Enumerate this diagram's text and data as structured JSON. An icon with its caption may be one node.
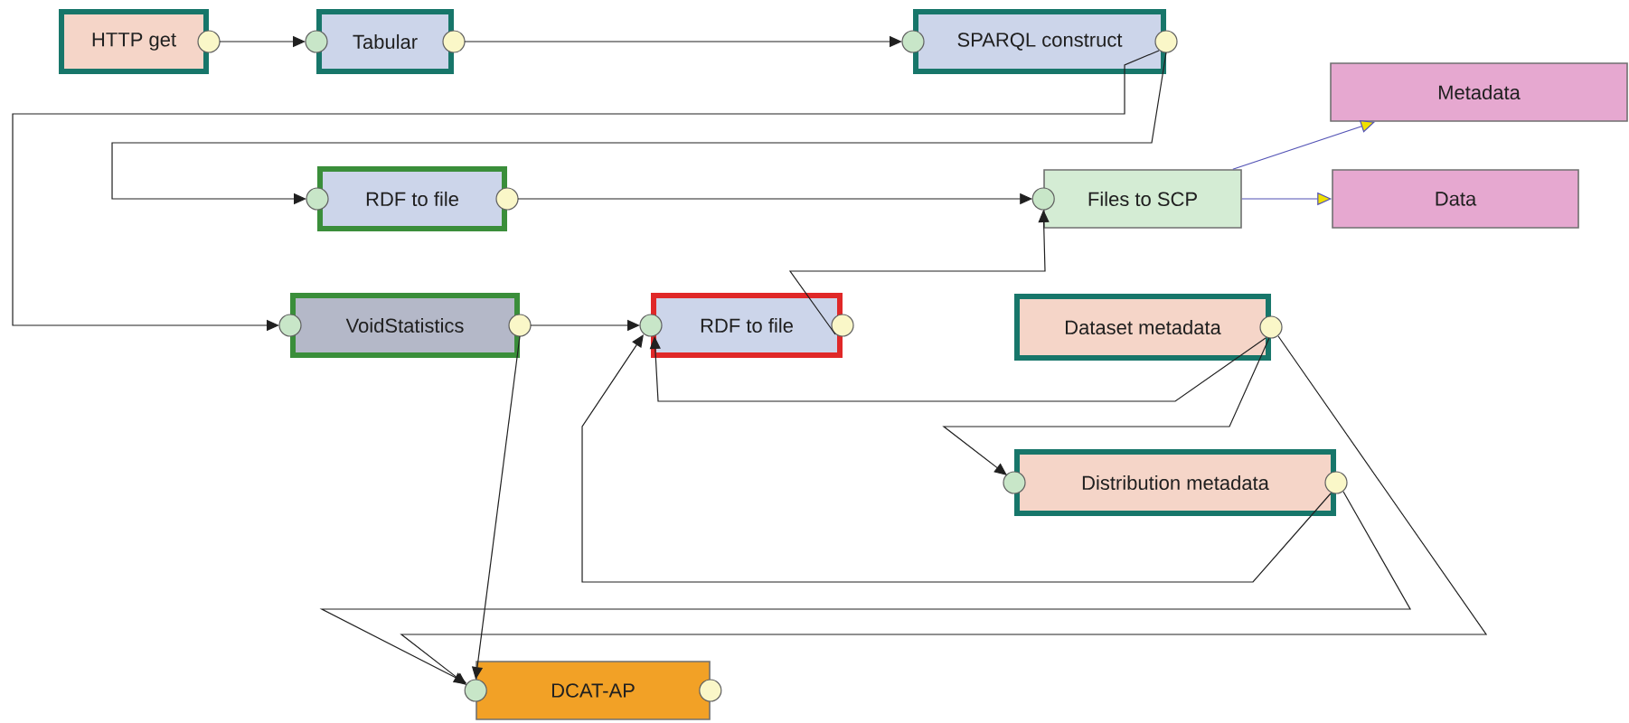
{
  "diagram": {
    "nodes": [
      {
        "text": [
          "HTTP get"
        ]
      },
      {
        "text": [
          "Tabular"
        ]
      },
      {
        "text": [
          "SPARQL construct"
        ]
      },
      {
        "text": [
          "Metadata"
        ]
      },
      {
        "text": [
          "RDF to file"
        ]
      },
      {
        "text": [
          "Files to SCP"
        ]
      },
      {
        "text": [
          "Data"
        ]
      },
      {
        "text": [
          "VoidStatistics"
        ]
      },
      {
        "text": [
          "RDF to file"
        ]
      },
      {
        "text": [
          "Dataset metadata"
        ]
      },
      {
        "text": [
          "Distribution metadata"
        ]
      },
      {
        "text": [
          "DCAT-AP"
        ]
      }
    ],
    "edges": [
      {
        "from": 0,
        "to": 1,
        "arrow": "to"
      },
      {
        "from": 1,
        "to": 2,
        "arrow": "to"
      },
      {
        "from": 2,
        "to": 4,
        "arrow": "to"
      },
      {
        "from": 2,
        "to": 7,
        "arrow": "to"
      },
      {
        "from": 4,
        "to": 5,
        "arrow": "to"
      },
      {
        "from": 8,
        "to": 5,
        "arrow": "to"
      },
      {
        "from": 5,
        "to": 3,
        "arrow": "to",
        "color": "#5050b4"
      },
      {
        "from": 5,
        "to": 6,
        "arrow": "to",
        "color": "#5050b4"
      },
      {
        "from": 7,
        "to": 8,
        "arrow": "to"
      },
      {
        "from": 7,
        "to": 11,
        "arrow": "to"
      },
      {
        "from": 9,
        "to": 8,
        "arrow": "to"
      },
      {
        "from": 10,
        "to": 8,
        "arrow": "to"
      },
      {
        "from": 9,
        "to": 10,
        "arrow": "to"
      },
      {
        "from": 9,
        "to": 11,
        "arrow": "to"
      },
      {
        "from": 10,
        "to": 11,
        "arrow": "to"
      }
    ]
  }
}
